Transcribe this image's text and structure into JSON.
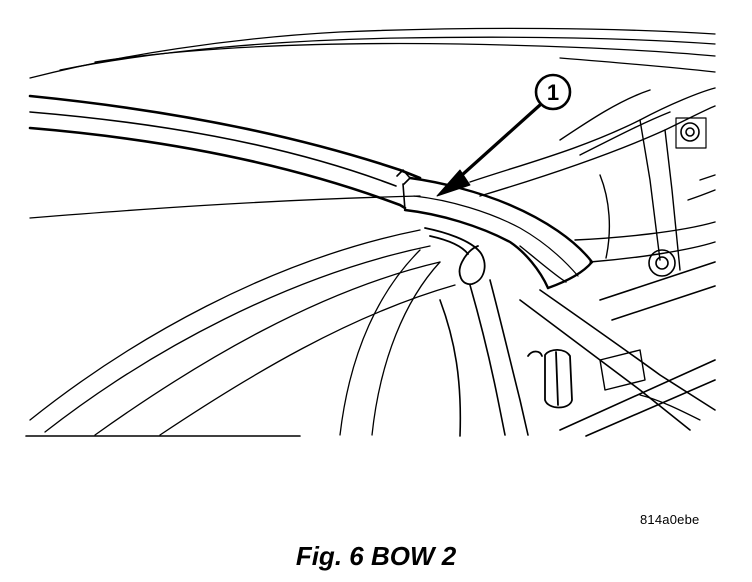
{
  "callouts": [
    {
      "number": "1"
    }
  ],
  "reference_code": "814a0ebe",
  "caption": "Fig. 6 BOW 2",
  "colors": {
    "line": "#000000",
    "background": "#ffffff"
  }
}
